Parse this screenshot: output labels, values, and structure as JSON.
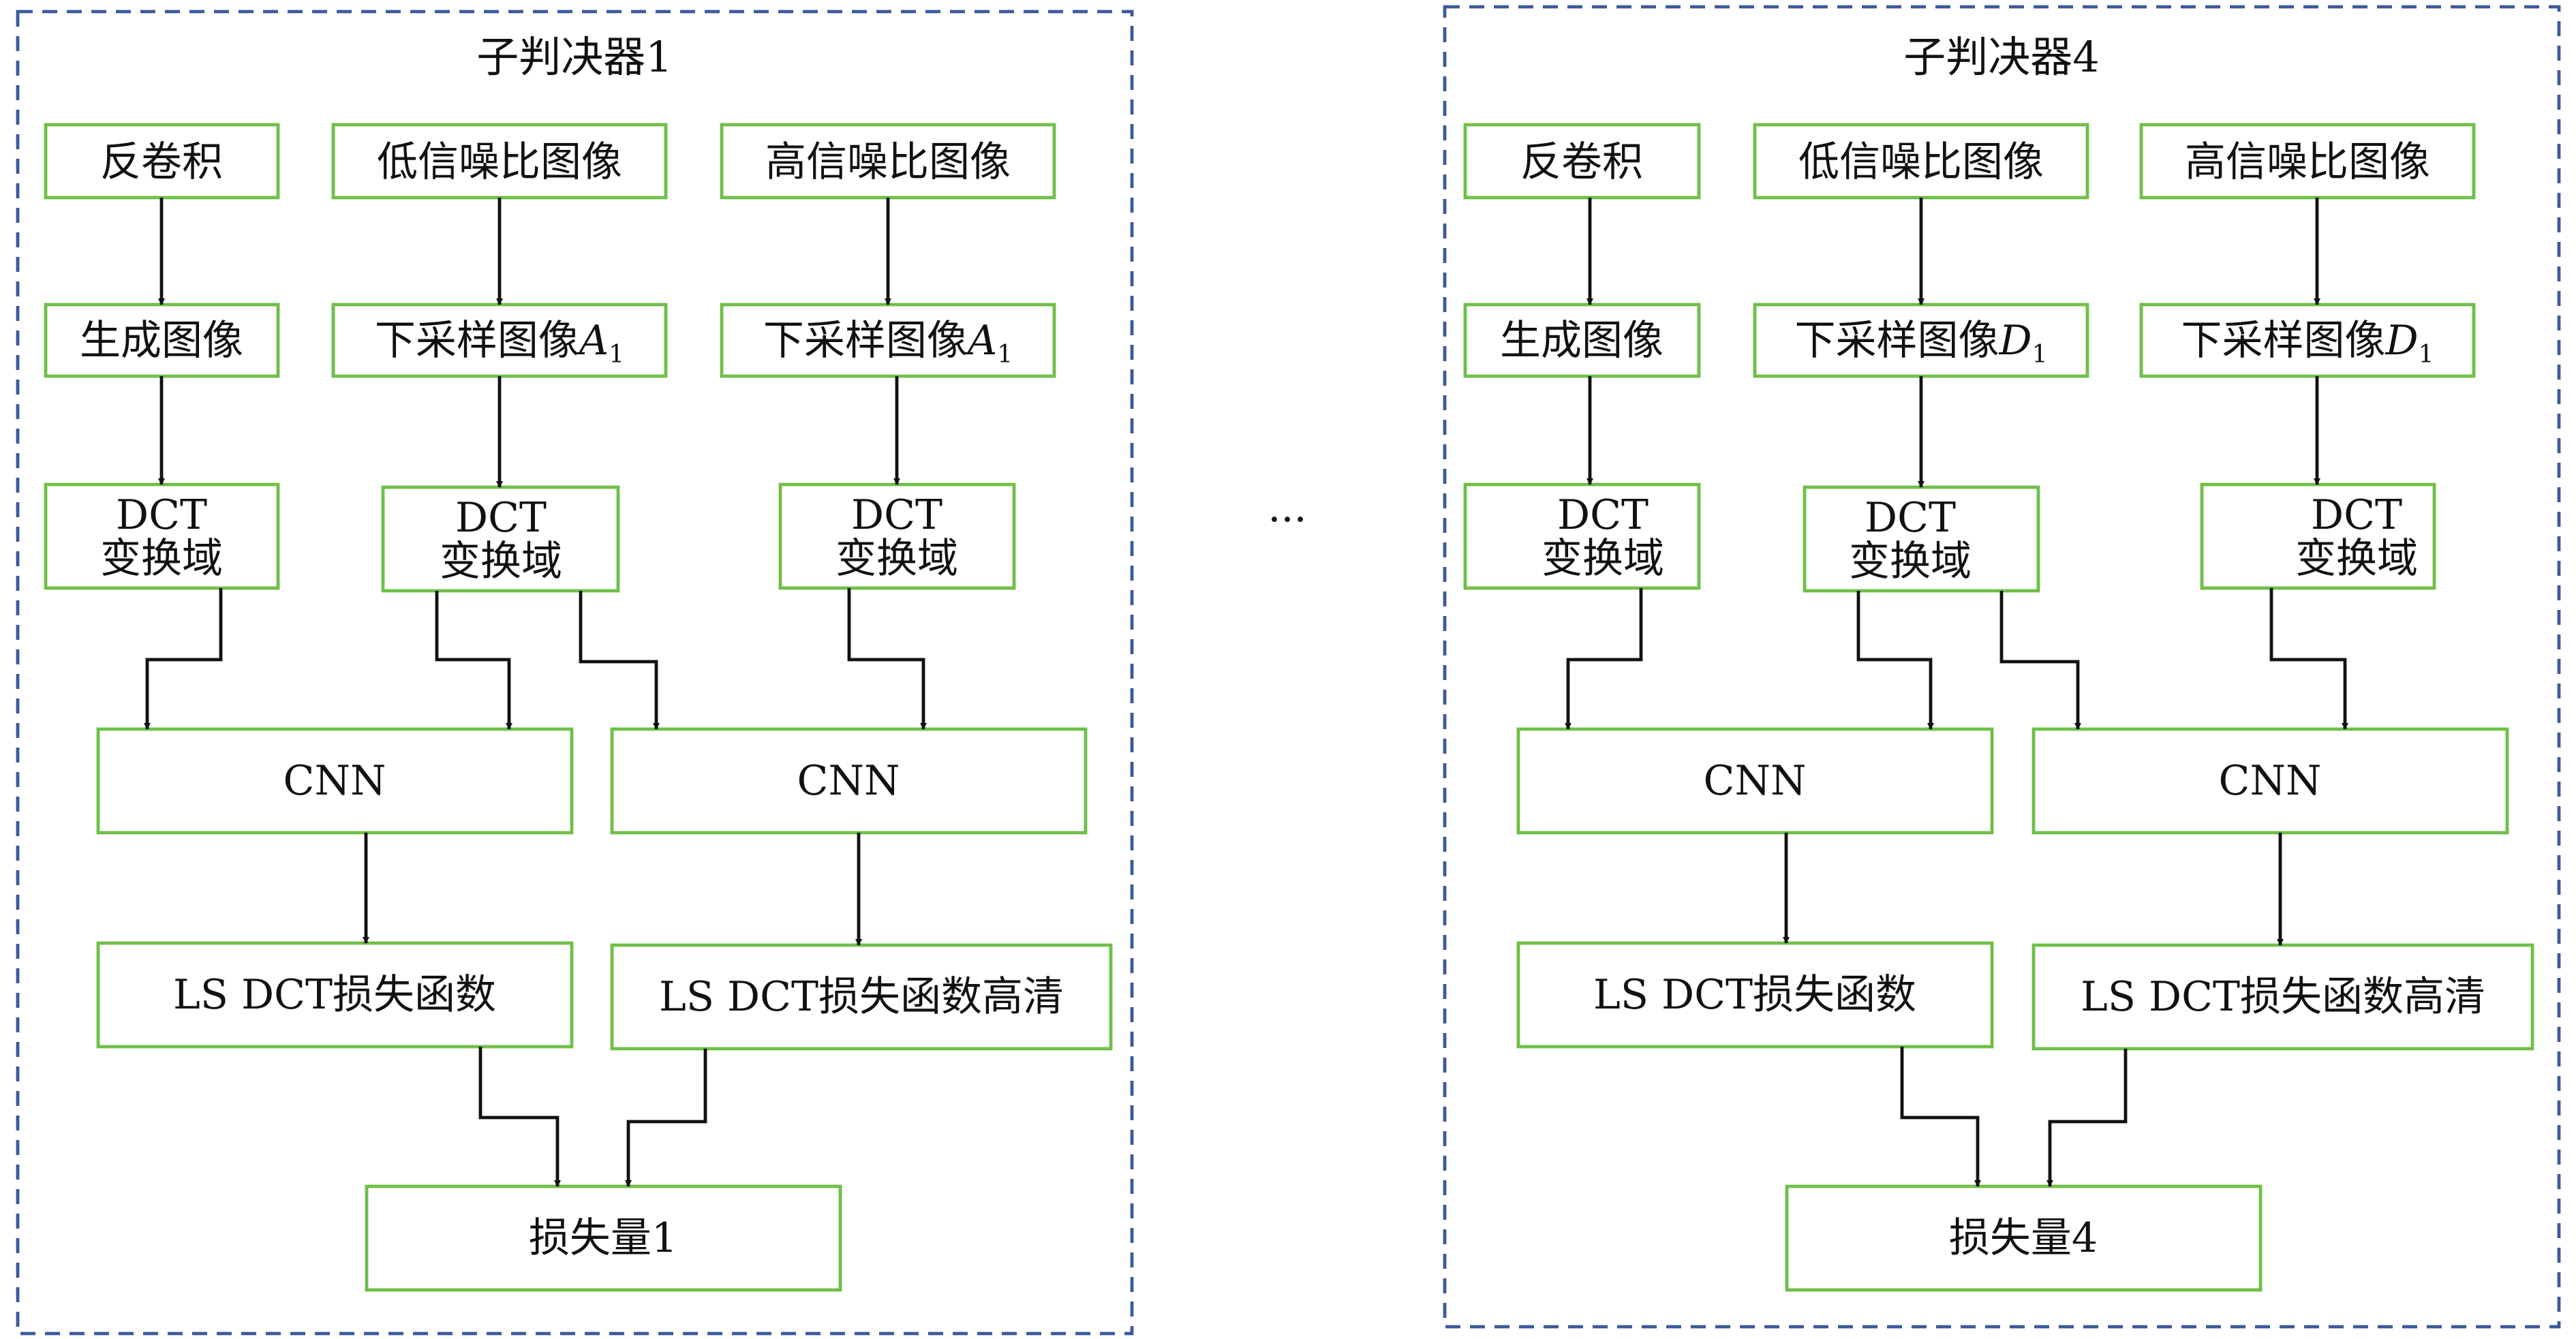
{
  "groups": [
    {
      "title": "子判决器1",
      "nodes": {
        "deconv": "反卷积",
        "lowsnr": "低信噪比图像",
        "highsnr": "高信噪比图像",
        "generated": "生成图像",
        "down_low": {
          "text": "下采样图像",
          "var": "A",
          "sub": "1"
        },
        "down_high": {
          "text": "下采样图像",
          "var": "A",
          "sub": "1"
        },
        "dct": [
          "DCT",
          "变换域"
        ],
        "cnn": "CNN",
        "loss_a": "LS DCT损失函数",
        "loss_b": "LS DCT损失函数高清",
        "total": "损失量1"
      }
    },
    {
      "title": "子判决器4",
      "nodes": {
        "deconv": "反卷积",
        "lowsnr": "低信噪比图像",
        "highsnr": "高信噪比图像",
        "generated": "生成图像",
        "down_low": {
          "text": "下采样图像",
          "var": "D",
          "sub": "1"
        },
        "down_high": {
          "text": "下采样图像",
          "var": "D",
          "sub": "1"
        },
        "dct": [
          "DCT",
          "变换域"
        ],
        "cnn": "CNN",
        "loss_a": "LS DCT损失函数",
        "loss_b": "LS DCT损失函数高清",
        "total": "损失量4"
      }
    }
  ],
  "ellipsis": "...",
  "colors": {
    "node_border": "#6fbf48",
    "group_border": "#3c5a9a",
    "arrow": "#111111"
  }
}
